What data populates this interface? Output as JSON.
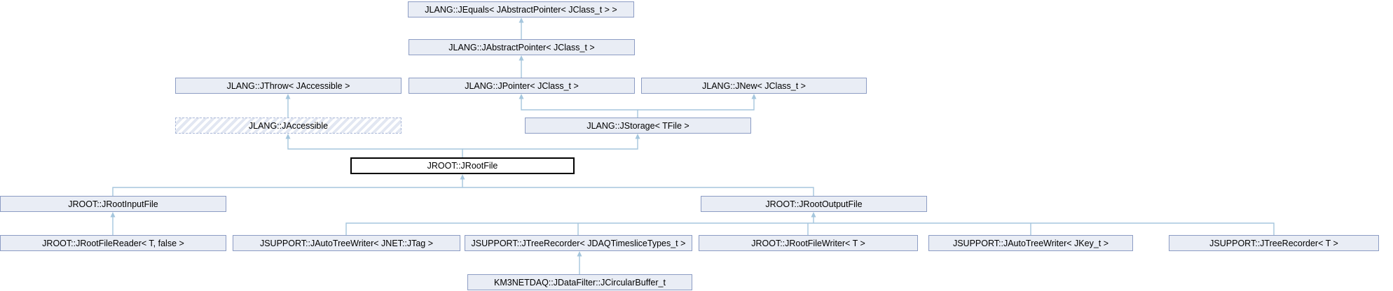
{
  "diagram": {
    "kind": "class-inheritance-graph",
    "main_class": "JROOT::JRootFile",
    "colors": {
      "node_fill": "#e9edf5",
      "node_border": "#8c9cc4",
      "main_node_fill": "#ffffff",
      "main_node_border": "#000000",
      "dashed_node_border": "#aab8d8",
      "hatch_stripe": "#e2e7f2",
      "edge": "#a5c6dd",
      "background": "#ffffff",
      "text": "#000000"
    },
    "nodes": {
      "jequals": {
        "label": "JLANG::JEquals< JAbstractPointer< JClass_t > >"
      },
      "jabstractpointer": {
        "label": "JLANG::JAbstractPointer< JClass_t >"
      },
      "jthrow": {
        "label": "JLANG::JThrow< JAccessible >"
      },
      "jpointer": {
        "label": "JLANG::JPointer< JClass_t >"
      },
      "jnew": {
        "label": "JLANG::JNew< JClass_t >"
      },
      "jaccessible": {
        "label": "JLANG::JAccessible"
      },
      "jstorage": {
        "label": "JLANG::JStorage< TFile >"
      },
      "jrootfile": {
        "label": "JROOT::JRootFile"
      },
      "jrootinputfile": {
        "label": "JROOT::JRootInputFile"
      },
      "jrootoutputfile": {
        "label": "JROOT::JRootOutputFile"
      },
      "jrootfilereader": {
        "label": "JROOT::JRootFileReader< T, false >"
      },
      "jautotreewriterjtag": {
        "label": "JSUPPORT::JAutoTreeWriter< JNET::JTag >"
      },
      "jtreerecorderdaq": {
        "label": "JSUPPORT::JTreeRecorder< JDAQTimesliceTypes_t >"
      },
      "jrootfilewriter": {
        "label": "JROOT::JRootFileWriter< T >"
      },
      "jautotreewriterjkey": {
        "label": "JSUPPORT::JAutoTreeWriter< JKey_t >"
      },
      "jtreerecordert": {
        "label": "JSUPPORT::JTreeRecorder< T >"
      },
      "jcircularbuffer": {
        "label": "KM3NETDAQ::JDataFilter::JCircularBuffer_t"
      }
    },
    "edges": [
      {
        "from": "jabstractpointer",
        "to": "jequals",
        "type": "inheritance"
      },
      {
        "from": "jpointer",
        "to": "jabstractpointer",
        "type": "inheritance"
      },
      {
        "from": "jstorage",
        "to": "jpointer",
        "type": "inheritance"
      },
      {
        "from": "jstorage",
        "to": "jnew",
        "type": "inheritance"
      },
      {
        "from": "jaccessible",
        "to": "jthrow",
        "type": "inheritance"
      },
      {
        "from": "jrootfile",
        "to": "jaccessible",
        "type": "inheritance"
      },
      {
        "from": "jrootfile",
        "to": "jstorage",
        "type": "inheritance"
      },
      {
        "from": "jrootinputfile",
        "to": "jrootfile",
        "type": "inheritance"
      },
      {
        "from": "jrootoutputfile",
        "to": "jrootfile",
        "type": "inheritance"
      },
      {
        "from": "jrootfilereader",
        "to": "jrootinputfile",
        "type": "inheritance"
      },
      {
        "from": "jautotreewriterjtag",
        "to": "jrootoutputfile",
        "type": "inheritance"
      },
      {
        "from": "jtreerecorderdaq",
        "to": "jrootoutputfile",
        "type": "inheritance"
      },
      {
        "from": "jrootfilewriter",
        "to": "jrootoutputfile",
        "type": "inheritance"
      },
      {
        "from": "jautotreewriterjkey",
        "to": "jrootoutputfile",
        "type": "inheritance"
      },
      {
        "from": "jtreerecordert",
        "to": "jrootoutputfile",
        "type": "inheritance"
      },
      {
        "from": "jcircularbuffer",
        "to": "jtreerecorderdaq",
        "type": "inheritance"
      }
    ]
  }
}
